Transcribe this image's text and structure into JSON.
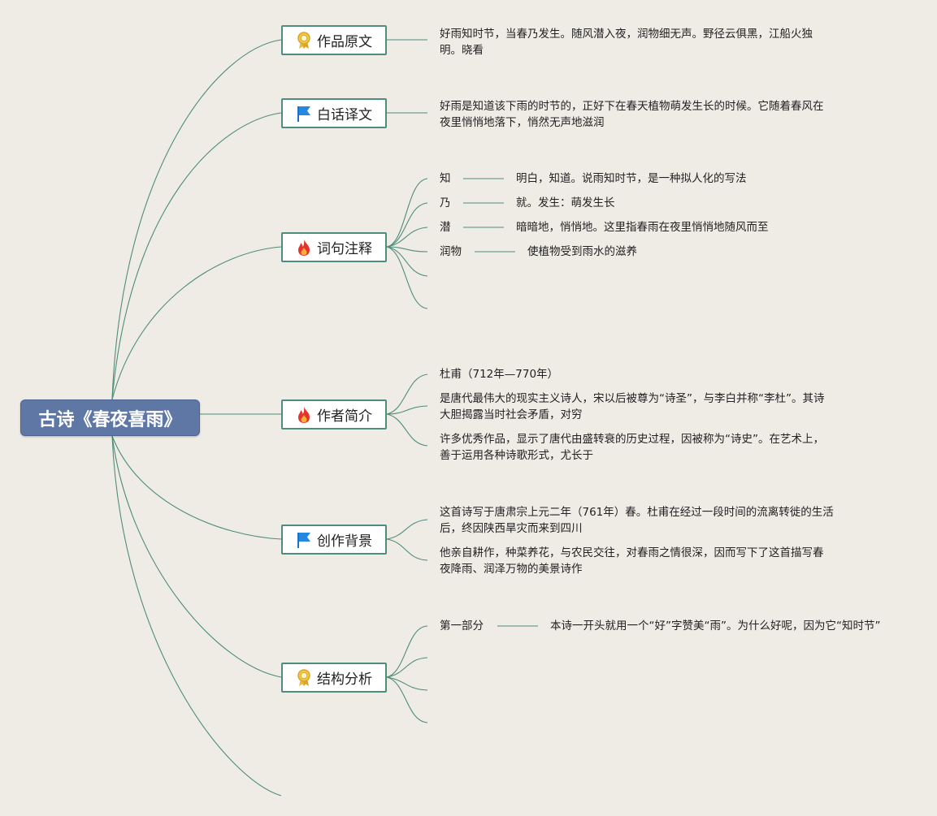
{
  "root": {
    "title": "古诗《春夜喜雨》"
  },
  "branches": {
    "original": {
      "label": "作品原文",
      "icon": "ribbon-medal-icon",
      "text_lines": [
        "好雨知时节，当春乃发生。随风潜入夜，润物细无声。野径云俱黑，江船火独",
        "明。晓看"
      ]
    },
    "translation": {
      "label": "白话译文",
      "icon": "blue-flag-icon",
      "text_lines": [
        "好雨是知道该下雨的时节的，正好下在春天植物萌发生长的时候。它随着春风在",
        "夜里悄悄地落下，悄然无声地滋润"
      ]
    },
    "notes": {
      "label": "词句注释",
      "icon": "flame-icon",
      "items": [
        {
          "term": "知",
          "meaning": "明白，知道。说雨知时节，是一种拟人化的写法"
        },
        {
          "term": "乃",
          "meaning": "就。发生：萌发生长"
        },
        {
          "term": "潜",
          "meaning": "暗暗地，悄悄地。这里指春雨在夜里悄悄地随风而至"
        },
        {
          "term": "润物",
          "meaning": "使植物受到雨水的滋养"
        }
      ]
    },
    "author": {
      "label": "作者简介",
      "icon": "flame-icon",
      "name_line": "杜甫（712年—770年）",
      "bio1": [
        "是唐代最伟大的现实主义诗人，宋以后被尊为“诗圣”，与李白并称“李杜”。其诗",
        "大胆揭露当时社会矛盾，对穷"
      ],
      "bio2": [
        "许多优秀作品，显示了唐代由盛转衰的历史过程，因被称为“诗史”。在艺术上，",
        "善于运用各种诗歌形式，尤长于"
      ]
    },
    "background": {
      "label": "创作背景",
      "icon": "blue-flag-icon",
      "p1": [
        "这首诗写于唐肃宗上元二年（761年）春。杜甫在经过一段时间的流离转徙的生活",
        "后，终因陕西旱灾而来到四川"
      ],
      "p2": [
        "他亲自耕作，种菜养花，与农民交往，对春雨之情很深，因而写下了这首描写春",
        "夜降雨、润泽万物的美景诗作"
      ]
    },
    "structure": {
      "label": "结构分析",
      "icon": "ribbon-medal-icon",
      "part": "第一部分",
      "part_text": "本诗一开头就用一个“好”字赞美“雨”。为什么好呢，因为它“知时节”"
    }
  },
  "colors": {
    "background": "#efebe5",
    "root_fill": "#5f77a5",
    "line": "#4e8d7b",
    "topic_border": "#4e8d7b"
  }
}
